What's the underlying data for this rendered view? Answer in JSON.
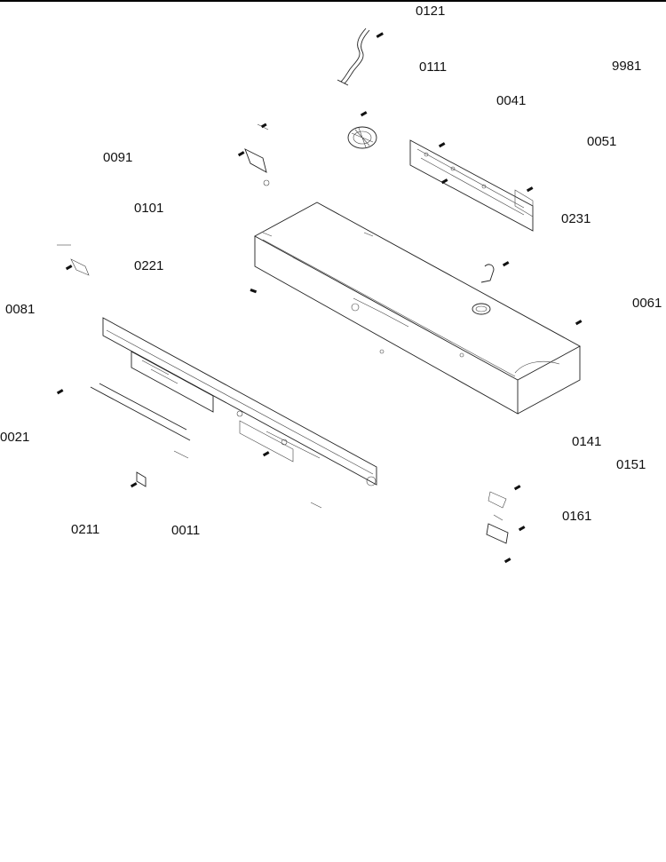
{
  "diagram": {
    "part_labels": [
      "0121",
      "0111",
      "9981",
      "0041",
      "0051",
      "0091",
      "0231",
      "0101",
      "0221",
      "0061",
      "0081",
      "0021",
      "0141",
      "0151",
      "0161",
      "0211",
      "0011"
    ]
  }
}
